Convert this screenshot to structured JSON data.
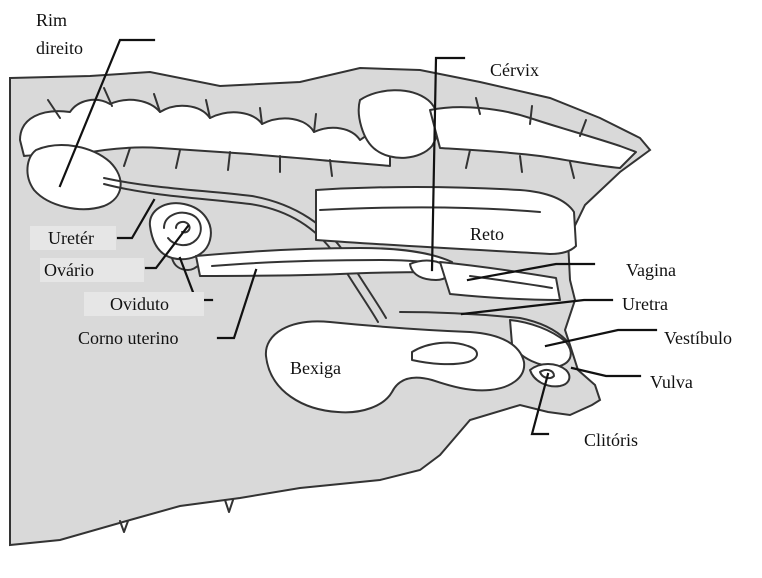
{
  "colors": {
    "body_fill": "#d9d9d9",
    "organ_fill": "#ffffff",
    "outline": "#333333",
    "label_background": "#e6e6e6"
  },
  "labels": {
    "rim_direito_line1": "Rim",
    "rim_direito_line2": "direito",
    "cervix": "Cérvix",
    "reto": "Reto",
    "ureter": "Uretér",
    "ovario": "Ovário",
    "oviduto": "Oviduto",
    "corno_uterino": "Corno uterino",
    "bexiga": "Bexiga",
    "vagina": "Vagina",
    "uretra": "Uretra",
    "vestibulo": "Vestíbulo",
    "vulva": "Vulva",
    "clitoris": "Clitóris"
  }
}
